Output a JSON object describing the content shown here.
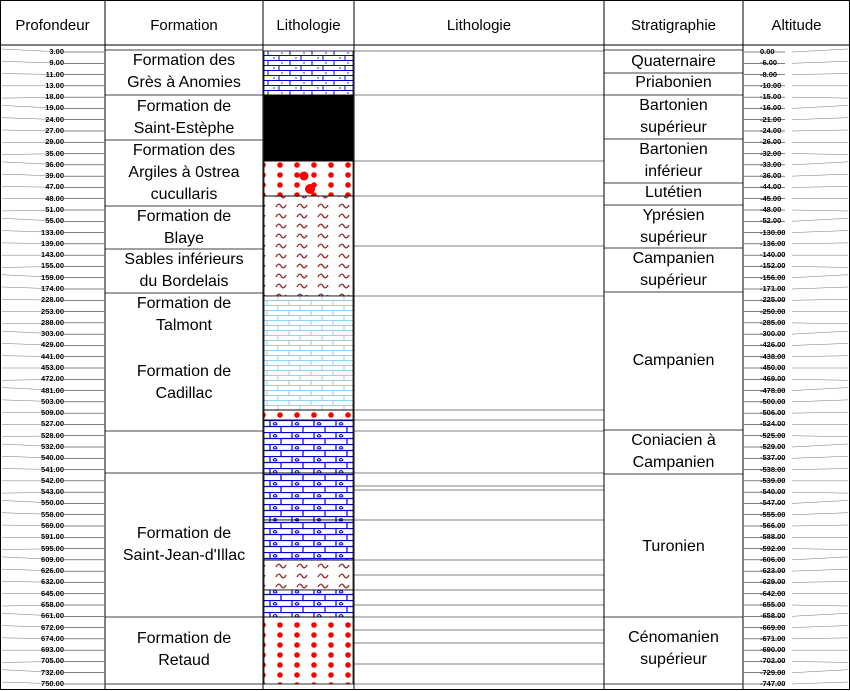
{
  "headers": {
    "profondeur": "Profondeur",
    "formation": "Formation",
    "lithologie_log": "Lithologie",
    "lithologie_desc": "Lithologie",
    "stratigraphie": "Stratigraphie",
    "altitude": "Altitude"
  },
  "formations": [
    {
      "id": "gres",
      "lines": [
        "Formation des",
        "Grès à Anomies"
      ]
    },
    {
      "id": "saint-estephe",
      "lines": [
        "Formation de",
        "Saint-Estèphe"
      ]
    },
    {
      "id": "argiles",
      "lines": [
        "Formation des",
        "Argiles à 0strea",
        "cucullaris"
      ]
    },
    {
      "id": "blaye",
      "lines": [
        "Formation de",
        "Blaye"
      ]
    },
    {
      "id": "sables",
      "lines": [
        "Sables inférieurs",
        "du Bordelais"
      ]
    },
    {
      "id": "talmont",
      "lines": [
        "Formation de",
        "Talmont"
      ]
    },
    {
      "id": "cadillac",
      "lines": [
        "Formation de",
        "Cadillac"
      ]
    },
    {
      "id": "saint-jean",
      "lines": [
        "Formation de",
        "Saint-Jean-d'Illac"
      ]
    },
    {
      "id": "retaud",
      "lines": [
        "Formation de",
        "Retaud"
      ]
    }
  ],
  "stratigraphy": [
    {
      "id": "quaternaire",
      "lines": [
        "Quaternaire"
      ]
    },
    {
      "id": "priabonien",
      "lines": [
        "Priabonien"
      ]
    },
    {
      "id": "bartonien-sup",
      "lines": [
        "Bartonien",
        "supérieur"
      ]
    },
    {
      "id": "bartonien-inf",
      "lines": [
        "Bartonien",
        "inférieur"
      ]
    },
    {
      "id": "lutetien",
      "lines": [
        "Lutétien"
      ]
    },
    {
      "id": "ypresien",
      "lines": [
        "Yprésien",
        "supérieur"
      ]
    },
    {
      "id": "campanien-sup",
      "lines": [
        "Campanien",
        "supérieur"
      ]
    },
    {
      "id": "campanien",
      "lines": [
        "Campanien"
      ]
    },
    {
      "id": "coniacien",
      "lines": [
        "Coniacien à",
        "Campanien"
      ]
    },
    {
      "id": "turonien",
      "lines": [
        "Turonien"
      ]
    },
    {
      "id": "cenomanien",
      "lines": [
        "Cénomanien",
        "supérieur"
      ]
    }
  ],
  "depths": [
    "3.00",
    "9.00",
    "11.00",
    "13.00",
    "18.00",
    "19.00",
    "24.00",
    "27.00",
    "29.00",
    "35.00",
    "36.00",
    "39.00",
    "47.00",
    "48.00",
    "51.00",
    "55.00",
    "133.00",
    "139.00",
    "143.00",
    "155.00",
    "159.00",
    "174.00",
    "228.00",
    "253.00",
    "288.00",
    "303.00",
    "429.00",
    "441.00",
    "453.00",
    "472.00",
    "481.00",
    "503.00",
    "509.00",
    "527.00",
    "528.00",
    "532.00",
    "540.00",
    "541.00",
    "542.00",
    "543.00",
    "550.00",
    "558.00",
    "569.00",
    "591.00",
    "595.00",
    "609.00",
    "626.00",
    "632.00",
    "645.00",
    "658.00",
    "661.00",
    "672.00",
    "674.00",
    "693.00",
    "705.00",
    "732.00",
    "750.00"
  ],
  "altitudes": [
    "0.00",
    "-6.00",
    "-8.00",
    "-10.00",
    "-15.00",
    "-16.00",
    "-21.00",
    "-24.00",
    "-26.00",
    "-32.00",
    "-33.00",
    "-36.00",
    "-44.00",
    "-45.00",
    "-48.00",
    "-52.00",
    "-130.00",
    "-136.00",
    "-140.00",
    "-152.00",
    "-156.00",
    "-171.00",
    "-225.00",
    "-250.00",
    "-285.00",
    "-300.00",
    "-426.00",
    "-438.00",
    "-450.00",
    "-469.00",
    "-478.00",
    "-500.00",
    "-506.00",
    "-524.00",
    "-525.00",
    "-529.00",
    "-537.00",
    "-538.00",
    "-539.00",
    "-540.00",
    "-547.00",
    "-555.00",
    "-566.00",
    "-588.00",
    "-592.00",
    "-606.00",
    "-623.00",
    "-629.00",
    "-642.00",
    "-655.00",
    "-658.00",
    "-669.00",
    "-671.00",
    "-690.00",
    "-702.00",
    "-729.00",
    "-747.00"
  ],
  "legend_colors": {
    "dark_fill": "#000000",
    "red_dots": "#ff0000",
    "cyan_blocks": "#99ccee",
    "blue_limestone": "#0000cc",
    "marl_squiggle": "#993333"
  }
}
